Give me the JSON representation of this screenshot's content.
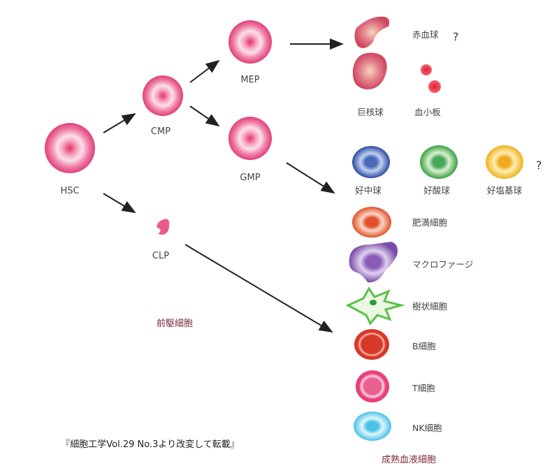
{
  "progenitors": {
    "hsc": "HSC",
    "cmp": "CMP",
    "mep": "MEP",
    "gmp": "GMP",
    "clp": "CLP",
    "group_label": "前駆細胞"
  },
  "mature": {
    "erythrocyte": "赤血球",
    "erythrocyte_q": "?",
    "megakaryocyte": "巨核球",
    "platelet": "血小板",
    "neutrophil": "好中球",
    "eosinophil": "好酸球",
    "basophil": "好塩基球",
    "basophil_q": "?",
    "mast_cell": "肥満細胞",
    "macrophage": "マクロファージ",
    "dendritic": "樹状細胞",
    "b_cell": "B細胞",
    "t_cell": "T細胞",
    "nk_cell": "NK細胞",
    "group_label": "成熟血液細胞"
  },
  "citation": "『細胞工学Vol.29 No.3より改変して転載』",
  "colors": {
    "progenitor": "#e0407a",
    "erythroid": "#d4505f",
    "neutrophil": "#2b4aa0",
    "eosinophil": "#3aa040",
    "basophil": "#f0b020",
    "mast": "#e0502a",
    "macrophage": "#7a4aa8",
    "dendritic": "#5cc04a",
    "b_cell": "#d8382a",
    "t_cell": "#e8407a",
    "nk_cell": "#4ac0e8"
  }
}
